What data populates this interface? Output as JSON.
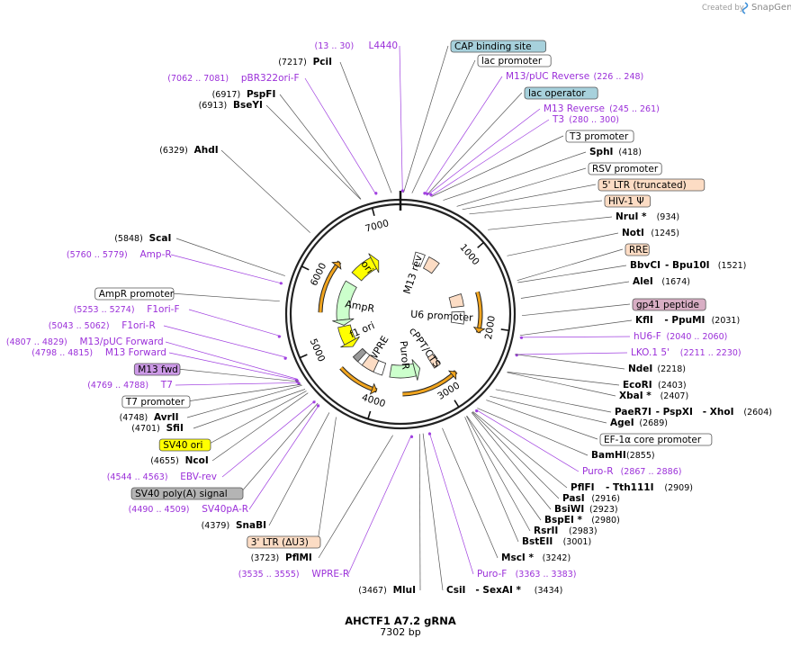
{
  "app": {
    "credit": "Created by",
    "brand": "SnapGene"
  },
  "plasmid": {
    "name": "AHCTF1 A7.2 gRNA",
    "length": 7302,
    "size_label": "7302 bp"
  },
  "ticks": [
    "1000",
    "2000",
    "3000",
    "4000",
    "5000",
    "6000",
    "7000"
  ],
  "arc_features": [
    {
      "name": "ori",
      "start": 6300,
      "end": 6850,
      "dir": 1,
      "color": "#ffff00",
      "labeled": true
    },
    {
      "name": "AmpR",
      "start": 5250,
      "end": 6110,
      "dir": -1,
      "color": "#ccffcc",
      "labeled": true
    },
    {
      "name": "f1 ori",
      "start": 4780,
      "end": 5230,
      "dir": -1,
      "color": "#ffff00",
      "labeled": true
    },
    {
      "name": "WPRE",
      "start": 3990,
      "end": 4580,
      "dir": 0,
      "color": "#ffffff",
      "labeled": true
    },
    {
      "name": "PuroR",
      "start": 3250,
      "end": 3850,
      "dir": -1,
      "color": "#ccffcc",
      "labeled": true
    },
    {
      "name": "cPPT/CTS",
      "start": 2870,
      "end": 3000,
      "dir": 0,
      "color": "#fcdcc4",
      "labeled": true
    },
    {
      "name": "U6 promoter",
      "start": 1780,
      "end": 2010,
      "dir": 0,
      "color": "#ffffff",
      "labeled": true
    },
    {
      "name": "M13 rev",
      "start": 280,
      "end": 460,
      "dir": 0,
      "color": "#ffffff",
      "labeled": true
    },
    {
      "name": "RSV",
      "start": 540,
      "end": 760,
      "dir": 0,
      "color": "#fcdcc4",
      "labeled": false
    },
    {
      "name": "RRE",
      "start": 1450,
      "end": 1680,
      "dir": 0,
      "color": "#fcdcc4",
      "labeled": false
    },
    {
      "name": "SV40",
      "start": 4500,
      "end": 4620,
      "dir": 0,
      "color": "#999999",
      "labeled": false
    },
    {
      "name": "LTR3",
      "start": 4160,
      "end": 4400,
      "dir": 0,
      "color": "#fcdcc4",
      "labeled": false
    }
  ],
  "orange_arcs": [
    {
      "start": 1500,
      "end": 2100,
      "dir": 1
    },
    {
      "start": 2760,
      "end": 3620,
      "dir": -1
    },
    {
      "start": 4000,
      "end": 4620,
      "dir": -1
    },
    {
      "start": 5500,
      "end": 6300,
      "dir": 1
    }
  ],
  "right_labels": [
    {
      "parts": [
        {
          "t": "CAP binding site",
          "k": "box",
          "bg": "#a7d1dc"
        }
      ]
    },
    {
      "parts": [
        {
          "t": "lac promoter",
          "k": "box",
          "bg": "#ffffff"
        }
      ]
    },
    {
      "parts": [
        {
          "t": "M13/pUC Reverse",
          "k": "primer"
        },
        {
          "t": "(226 .. 248)",
          "k": "prange"
        }
      ]
    },
    {
      "parts": [
        {
          "t": "lac operator",
          "k": "box",
          "bg": "#a7d1dc"
        }
      ]
    },
    {
      "parts": [
        {
          "t": "M13 Reverse",
          "k": "primer"
        },
        {
          "t": "(245 .. 261)",
          "k": "prange"
        }
      ]
    },
    {
      "parts": [
        {
          "t": "T3",
          "k": "primer"
        },
        {
          "t": "(280 .. 300)",
          "k": "prange"
        }
      ]
    },
    {
      "parts": [
        {
          "t": "T3 promoter",
          "k": "box",
          "bg": "#ffffff"
        }
      ]
    },
    {
      "parts": [
        {
          "t": "SphI",
          "k": "enz"
        },
        {
          "t": "(418)",
          "k": "pos"
        }
      ]
    },
    {
      "parts": [
        {
          "t": "RSV promoter",
          "k": "box",
          "bg": "#ffffff"
        }
      ]
    },
    {
      "parts": [
        {
          "t": "5' LTR (truncated)",
          "k": "box",
          "bg": "#fcdcc4"
        }
      ]
    },
    {
      "parts": [
        {
          "t": "HIV-1 Ψ",
          "k": "box",
          "bg": "#fcdcc4"
        }
      ]
    },
    {
      "parts": [
        {
          "t": "NruI *",
          "k": "enz"
        },
        {
          "t": "(934)",
          "k": "pos"
        }
      ]
    },
    {
      "parts": [
        {
          "t": "NotI",
          "k": "enz"
        },
        {
          "t": "(1245)",
          "k": "pos"
        }
      ]
    },
    {
      "parts": [
        {
          "t": "RRE",
          "k": "box",
          "bg": "#fcdcc4"
        }
      ]
    },
    {
      "parts": [
        {
          "t": "BbvCI",
          "k": "enz"
        },
        {
          "t": "- Bpu10I",
          "k": "enz"
        },
        {
          "t": "(1521)",
          "k": "pos"
        }
      ]
    },
    {
      "parts": [
        {
          "t": "AleI",
          "k": "enz"
        },
        {
          "t": "(1674)",
          "k": "pos"
        }
      ]
    },
    {
      "parts": [
        {
          "t": "gp41 peptide",
          "k": "box",
          "bg": "#d8aec4"
        }
      ]
    },
    {
      "parts": [
        {
          "t": "KflI",
          "k": "enz"
        },
        {
          "t": "- PpuMI",
          "k": "enz"
        },
        {
          "t": "(2031)",
          "k": "pos"
        }
      ]
    },
    {
      "parts": [
        {
          "t": "hU6-F",
          "k": "primer"
        },
        {
          "t": "(2040 .. 2060)",
          "k": "prange"
        }
      ]
    },
    {
      "parts": [
        {
          "t": "LKO.1 5'",
          "k": "primer"
        },
        {
          "t": "(2211 .. 2230)",
          "k": "prange"
        }
      ]
    },
    {
      "parts": [
        {
          "t": "NdeI",
          "k": "enz"
        },
        {
          "t": "(2218)",
          "k": "pos"
        }
      ]
    },
    {
      "parts": [
        {
          "t": "EcoRI",
          "k": "enz"
        },
        {
          "t": "(2403)",
          "k": "pos"
        }
      ]
    },
    {
      "parts": [
        {
          "t": "XbaI *",
          "k": "enz"
        },
        {
          "t": "(2407)",
          "k": "pos"
        }
      ]
    },
    {
      "parts": [
        {
          "t": "PaeR7I",
          "k": "enz"
        },
        {
          "t": "- PspXI",
          "k": "enz"
        },
        {
          "t": "- XhoI",
          "k": "enz"
        },
        {
          "t": "(2604)",
          "k": "pos"
        }
      ]
    },
    {
      "parts": [
        {
          "t": "AgeI",
          "k": "enz"
        },
        {
          "t": "(2689)",
          "k": "pos"
        }
      ]
    },
    {
      "parts": [
        {
          "t": "EF-1α core promoter",
          "k": "box",
          "bg": "#ffffff"
        }
      ]
    },
    {
      "parts": [
        {
          "t": "BamHI",
          "k": "enz"
        },
        {
          "t": "(2855)",
          "k": "pos"
        }
      ]
    },
    {
      "parts": [
        {
          "t": "Puro-R",
          "k": "primer"
        },
        {
          "t": "(2867 .. 2886)",
          "k": "prange"
        }
      ]
    },
    {
      "parts": [
        {
          "t": "PflFI",
          "k": "enz"
        },
        {
          "t": "- Tth111I",
          "k": "enz"
        },
        {
          "t": "(2909)",
          "k": "pos"
        }
      ]
    },
    {
      "parts": [
        {
          "t": "PasI",
          "k": "enz"
        },
        {
          "t": "(2916)",
          "k": "pos"
        }
      ]
    },
    {
      "parts": [
        {
          "t": "BsiWI",
          "k": "enz"
        },
        {
          "t": "(2923)",
          "k": "pos"
        }
      ]
    },
    {
      "parts": [
        {
          "t": "BspEI *",
          "k": "enz"
        },
        {
          "t": "(2980)",
          "k": "pos"
        }
      ]
    },
    {
      "parts": [
        {
          "t": "RsrII",
          "k": "enz"
        },
        {
          "t": "(2983)",
          "k": "pos"
        }
      ]
    },
    {
      "parts": [
        {
          "t": "BstEII",
          "k": "enz"
        },
        {
          "t": "(3001)",
          "k": "pos"
        }
      ]
    },
    {
      "parts": [
        {
          "t": "MscI *",
          "k": "enz"
        },
        {
          "t": "(3242)",
          "k": "pos"
        }
      ]
    },
    {
      "parts": [
        {
          "t": "Puro-F",
          "k": "primer"
        },
        {
          "t": "(3363 .. 3383)",
          "k": "prange"
        }
      ]
    },
    {
      "parts": [
        {
          "t": "CsiI",
          "k": "enz"
        },
        {
          "t": "- SexAI *",
          "k": "enz"
        },
        {
          "t": "(3434)",
          "k": "pos"
        }
      ]
    }
  ],
  "left_labels": [
    {
      "parts": [
        {
          "t": "(13 .. 30)",
          "k": "prange"
        },
        {
          "t": "L4440",
          "k": "primer"
        }
      ]
    },
    {
      "parts": [
        {
          "t": "(7217)",
          "k": "pos"
        },
        {
          "t": "PciI",
          "k": "enz"
        }
      ]
    },
    {
      "parts": [
        {
          "t": "(7062 .. 7081)",
          "k": "prange"
        },
        {
          "t": "pBR322ori-F",
          "k": "primer"
        }
      ]
    },
    {
      "parts": [
        {
          "t": "(6917)",
          "k": "pos"
        },
        {
          "t": "PspFI",
          "k": "enz"
        }
      ]
    },
    {
      "parts": [
        {
          "t": "(6913)",
          "k": "pos"
        },
        {
          "t": "BseYI",
          "k": "enz"
        }
      ]
    },
    {
      "parts": [
        {
          "t": "(6329)",
          "k": "pos"
        },
        {
          "t": "AhdI",
          "k": "enz"
        }
      ]
    },
    {
      "parts": [
        {
          "t": "(5848)",
          "k": "pos"
        },
        {
          "t": "ScaI",
          "k": "enz"
        }
      ]
    },
    {
      "parts": [
        {
          "t": "(5760 .. 5779)",
          "k": "prange"
        },
        {
          "t": "Amp-R",
          "k": "primer"
        }
      ]
    },
    {
      "parts": [
        {
          "t": "AmpR promoter",
          "k": "box",
          "bg": "#ffffff"
        }
      ]
    },
    {
      "parts": [
        {
          "t": "(5253 .. 5274)",
          "k": "prange"
        },
        {
          "t": "F1ori-F",
          "k": "primer"
        }
      ]
    },
    {
      "parts": [
        {
          "t": "(5043 .. 5062)",
          "k": "prange"
        },
        {
          "t": "F1ori-R",
          "k": "primer"
        }
      ]
    },
    {
      "parts": [
        {
          "t": "(4807 .. 4829)",
          "k": "prange"
        },
        {
          "t": "M13/pUC Forward",
          "k": "primer"
        }
      ]
    },
    {
      "parts": [
        {
          "t": "(4798 .. 4815)",
          "k": "prange"
        },
        {
          "t": "M13 Forward",
          "k": "primer"
        }
      ]
    },
    {
      "parts": [
        {
          "t": "M13 fwd",
          "k": "box",
          "bg": "#cc99e6"
        }
      ]
    },
    {
      "parts": [
        {
          "t": "(4769 .. 4788)",
          "k": "prange"
        },
        {
          "t": "T7",
          "k": "primer"
        }
      ]
    },
    {
      "parts": [
        {
          "t": "T7 promoter",
          "k": "box",
          "bg": "#ffffff"
        }
      ]
    },
    {
      "parts": [
        {
          "t": "(4748)",
          "k": "pos"
        },
        {
          "t": "AvrII",
          "k": "enz"
        }
      ]
    },
    {
      "parts": [
        {
          "t": "(4701)",
          "k": "pos"
        },
        {
          "t": "SfiI",
          "k": "enz"
        }
      ]
    },
    {
      "parts": [
        {
          "t": "SV40 ori",
          "k": "box",
          "bg": "#ffff00"
        }
      ]
    },
    {
      "parts": [
        {
          "t": "(4655)",
          "k": "pos"
        },
        {
          "t": "NcoI",
          "k": "enz"
        }
      ]
    },
    {
      "parts": [
        {
          "t": "(4544 .. 4563)",
          "k": "prange"
        },
        {
          "t": "EBV-rev",
          "k": "primer"
        }
      ]
    },
    {
      "parts": [
        {
          "t": "SV40 poly(A) signal",
          "k": "box",
          "bg": "#b4b4b4"
        }
      ]
    },
    {
      "parts": [
        {
          "t": "(4490 .. 4509)",
          "k": "prange"
        },
        {
          "t": "SV40pA-R",
          "k": "primer"
        }
      ]
    },
    {
      "parts": [
        {
          "t": "(4379)",
          "k": "pos"
        },
        {
          "t": "SnaBI",
          "k": "enz"
        }
      ]
    },
    {
      "parts": [
        {
          "t": "3' LTR (ΔU3)",
          "k": "box",
          "bg": "#fcdcc4"
        }
      ]
    },
    {
      "parts": [
        {
          "t": "(3723)",
          "k": "pos"
        },
        {
          "t": "PflMI",
          "k": "enz"
        }
      ]
    },
    {
      "parts": [
        {
          "t": "(3535 .. 3555)",
          "k": "prange"
        },
        {
          "t": "WPRE-R",
          "k": "primer"
        }
      ]
    },
    {
      "parts": [
        {
          "t": "(3467)",
          "k": "pos"
        },
        {
          "t": "MluI",
          "k": "enz"
        }
      ]
    }
  ]
}
